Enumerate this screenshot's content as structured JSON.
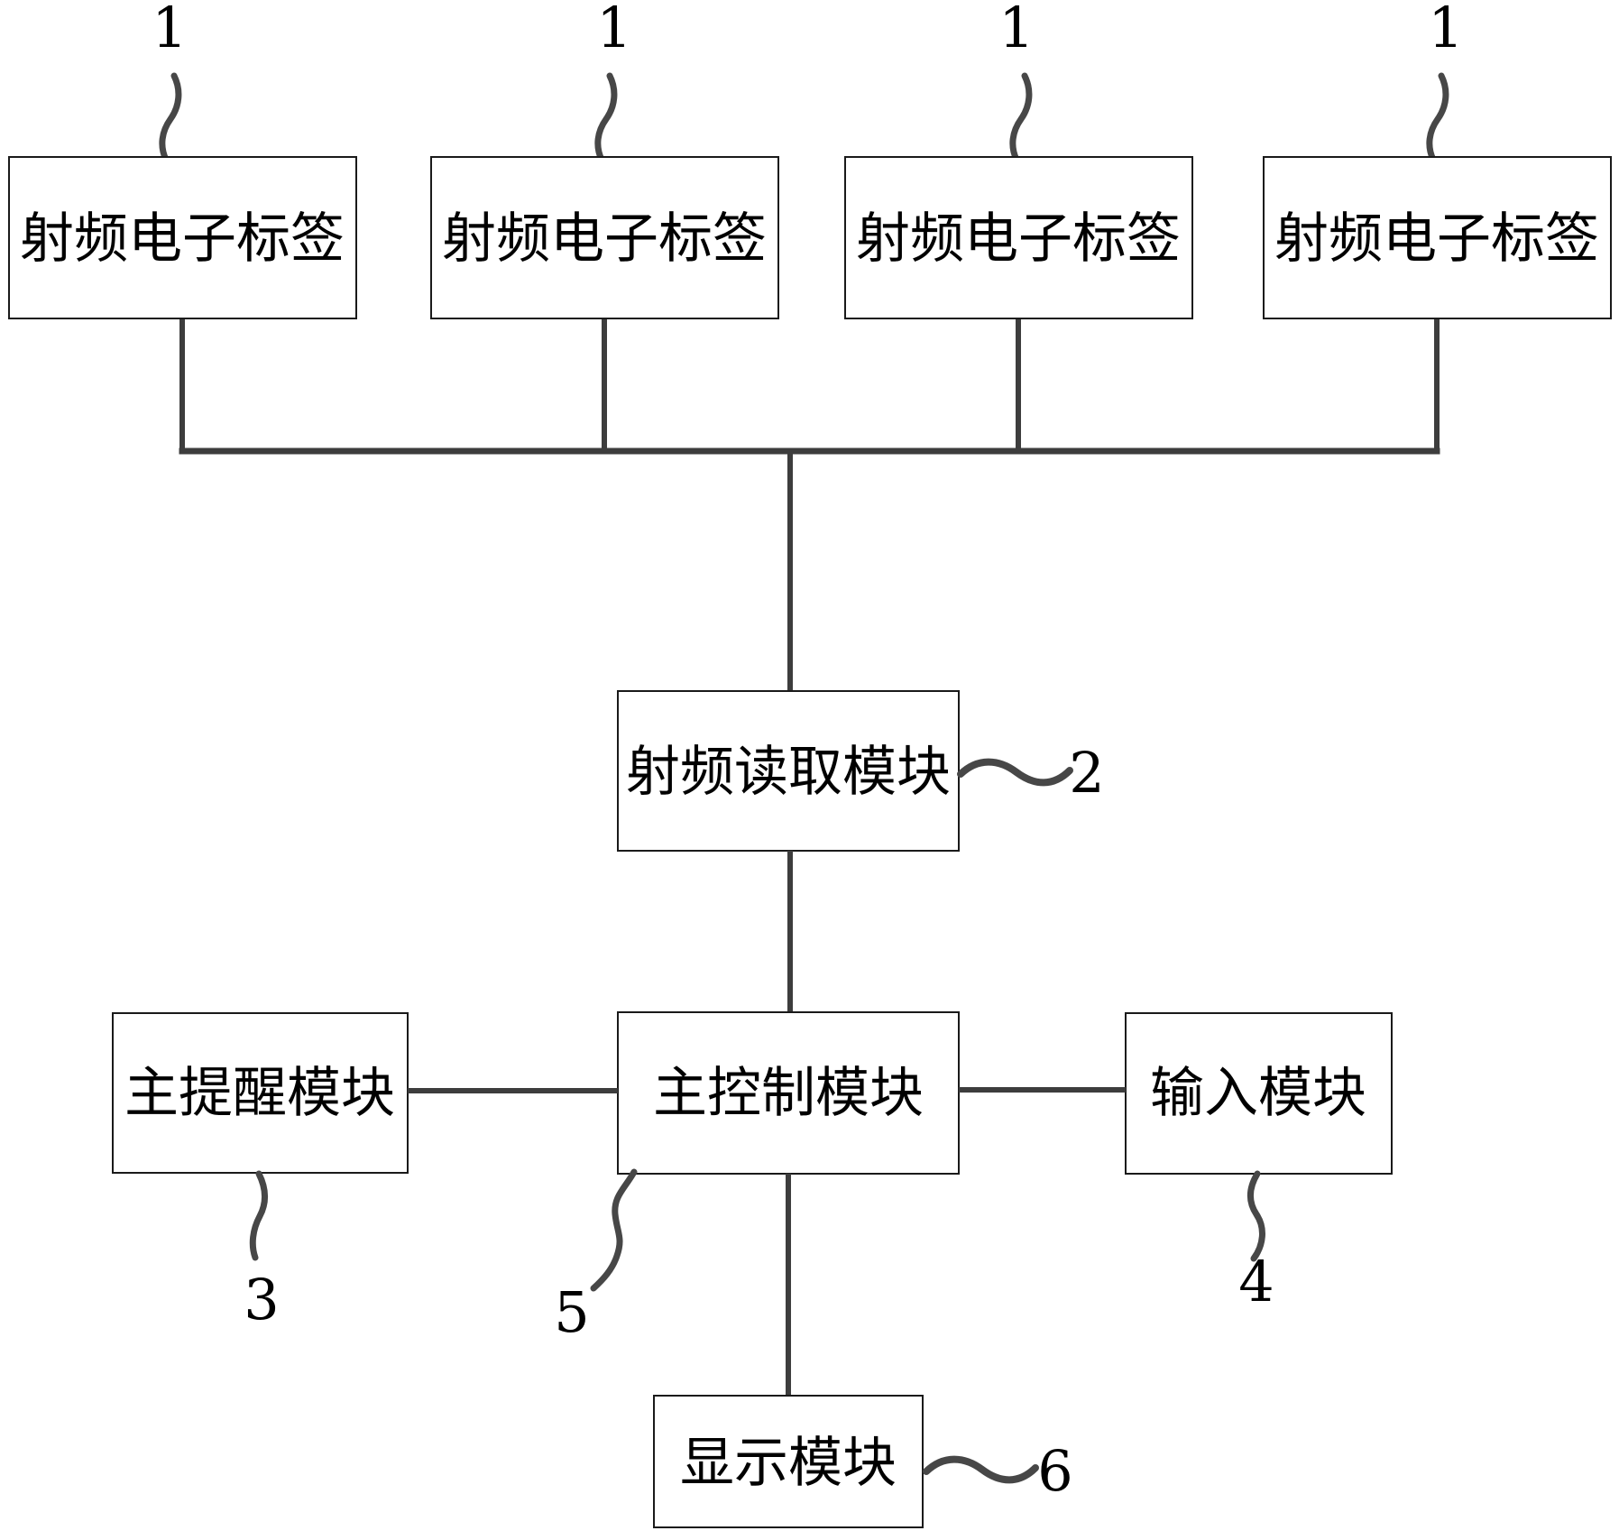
{
  "figure": {
    "type": "patent-block-diagram",
    "background_color": "#ffffff",
    "box_border_color": "#1a1a1a",
    "wire_color": "#3d3d3d",
    "text_color": "#000000",
    "tags": [
      {
        "label": "射频电子标签",
        "ref": "1"
      },
      {
        "label": "射频电子标签",
        "ref": "1"
      },
      {
        "label": "射频电子标签",
        "ref": "1"
      },
      {
        "label": "射频电子标签",
        "ref": "1"
      }
    ],
    "rf_reader": {
      "label": "射频读取模块",
      "ref": "2"
    },
    "reminder": {
      "label": "主提醒模块",
      "ref": "3"
    },
    "control": {
      "label": "主控制模块",
      "ref": "5"
    },
    "input": {
      "label": "输入模块",
      "ref": "4"
    },
    "display": {
      "label": "显示模块",
      "ref": "6"
    },
    "connections": [
      "tag1-bus",
      "tag2-bus",
      "tag3-bus",
      "tag4-bus",
      "bus-rf_reader",
      "rf_reader-control",
      "reminder-control",
      "control-input",
      "control-display"
    ]
  }
}
